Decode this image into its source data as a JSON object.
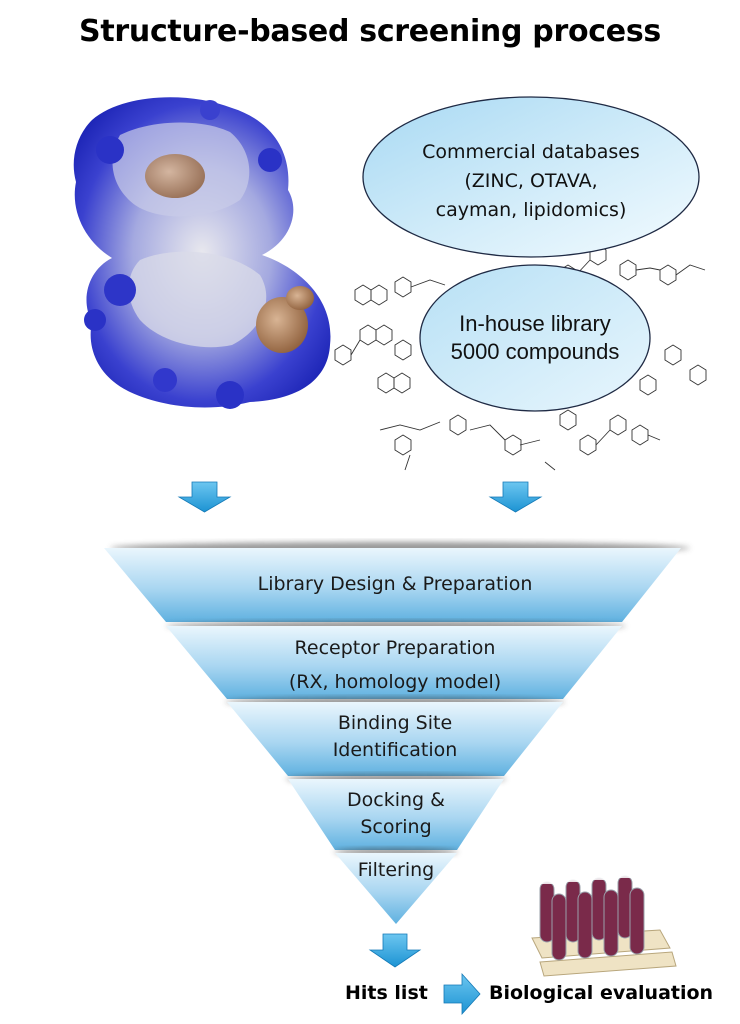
{
  "title": "Structure-based screening process",
  "databases": {
    "line1": "Commercial databases",
    "line2": "(ZINC, OTAVA,",
    "line3": "cayman, lipidomics)"
  },
  "library": {
    "line1": "In-house library",
    "line2": "5000 compounds"
  },
  "funnel": {
    "steps": [
      {
        "lines": [
          "Library Design & Preparation"
        ]
      },
      {
        "lines": [
          "Receptor Preparation",
          "(RX, homology model)"
        ]
      },
      {
        "lines": [
          "Binding Site",
          "Identification"
        ]
      },
      {
        "lines": [
          "Docking &",
          "Scoring"
        ]
      },
      {
        "lines": [
          "Filtering"
        ]
      }
    ]
  },
  "outputs": {
    "hits": "Hits list",
    "evaluation": "Biological evaluation"
  },
  "colors": {
    "arrow": "#2aa3de",
    "funnel_light": "#cfe9f7",
    "funnel_dark": "#6fb9e4",
    "ellipse_fill": "#bfe3f5",
    "protein_blue": "#2f36c8",
    "protein_brown": "#9a6a44"
  }
}
